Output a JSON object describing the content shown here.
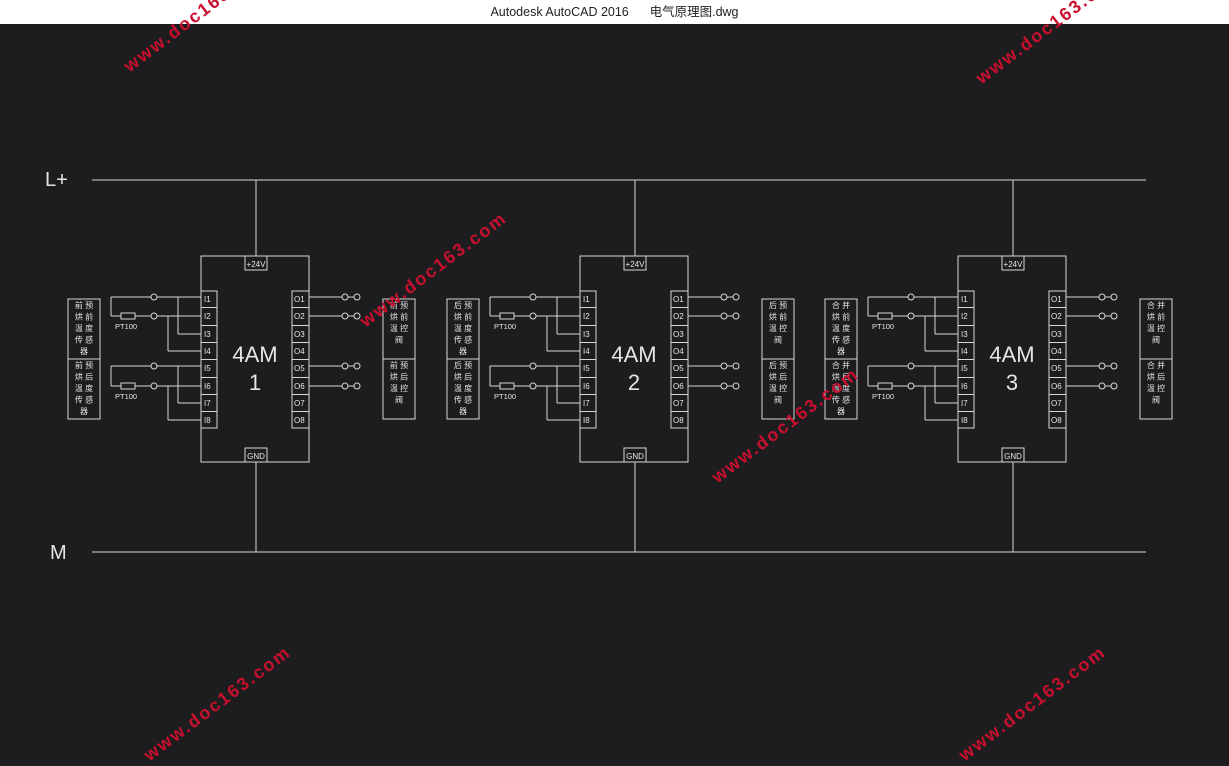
{
  "window": {
    "app": "Autodesk AutoCAD 2016",
    "file": "电气原理图.dwg"
  },
  "rails": {
    "positive": "L+",
    "negative": "M"
  },
  "pt_label": "PT100",
  "modules": [
    {
      "name_line1": "4AM",
      "name_line2": "1",
      "power_top": "+24V",
      "power_bottom": "GND",
      "inputs": [
        "I1",
        "I2",
        "I3",
        "I4",
        "I5",
        "I6",
        "I7",
        "I8"
      ],
      "outputs": [
        "O1",
        "O2",
        "O3",
        "O4",
        "O5",
        "O6",
        "O7",
        "O8"
      ],
      "sensors": [
        "前预烘前温度传感器",
        "前预烘后温度传感器"
      ],
      "valves": [
        "前预烘前温控阀",
        "前预烘后温控阀"
      ]
    },
    {
      "name_line1": "4AM",
      "name_line2": "2",
      "power_top": "+24V",
      "power_bottom": "GND",
      "inputs": [
        "I1",
        "I2",
        "I3",
        "I4",
        "I5",
        "I6",
        "I7",
        "I8"
      ],
      "outputs": [
        "O1",
        "O2",
        "O3",
        "O4",
        "O5",
        "O6",
        "O7",
        "O8"
      ],
      "sensors": [
        "后预烘前温度传感器",
        "后预烘后温度传感器"
      ],
      "valves": [
        "后预烘前温控阀",
        "后预烘后温控阀"
      ]
    },
    {
      "name_line1": "4AM",
      "name_line2": "3",
      "power_top": "+24V",
      "power_bottom": "GND",
      "inputs": [
        "I1",
        "I2",
        "I3",
        "I4",
        "I5",
        "I6",
        "I7",
        "I8"
      ],
      "outputs": [
        "O1",
        "O2",
        "O3",
        "O4",
        "O5",
        "O6",
        "O7",
        "O8"
      ],
      "sensors": [
        "合并烘前温度传感器",
        "合并烘后温度传感器"
      ],
      "valves": [
        "合并烘前温控阀",
        "合并烘后温控阀"
      ]
    }
  ],
  "watermark": "www.doc163.com",
  "colors": {
    "line": "#d8d8d8",
    "background": "#1d1d1f",
    "watermark": "#c8102e",
    "titlebar": "#ffffff"
  }
}
